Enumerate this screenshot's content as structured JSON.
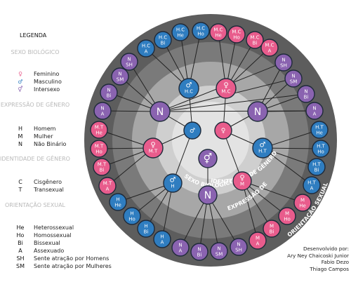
{
  "legend": {
    "title": "LEGENDA",
    "sections": [
      {
        "heading": "SEXO BIOLÓGICO",
        "items": [
          {
            "symbol": "♀",
            "color": "#e85c8c",
            "label": "Feminino"
          },
          {
            "symbol": "♂",
            "color": "#2f7dc0",
            "label": "Masculino"
          },
          {
            "symbol": "⚥",
            "color": "#8a63b0",
            "label": "Intersexo"
          }
        ]
      },
      {
        "heading": "EXPRESSÃO DE GÊNERO",
        "items": [
          {
            "symbol": "H",
            "label": "Homem"
          },
          {
            "symbol": "M",
            "label": "Mulher"
          },
          {
            "symbol": "N",
            "label": "Não Binário"
          }
        ]
      },
      {
        "heading": "IDENTIDADE DE GÊNERO",
        "items": [
          {
            "symbol": "C",
            "label": "Cisgênero"
          },
          {
            "symbol": "T",
            "label": "Transexual"
          }
        ]
      },
      {
        "heading": "ORIENTAÇÃO SEXUAL",
        "items": [
          {
            "symbol": "He",
            "label": "Heterossexual"
          },
          {
            "symbol": "Ho",
            "label": "Homossexual"
          },
          {
            "symbol": "Bi",
            "label": "Bissexual"
          },
          {
            "symbol": "A",
            "label": "Assexuado"
          },
          {
            "symbol": "SH",
            "label": "Sente atração por Homens"
          },
          {
            "symbol": "SM",
            "label": "Sente atração por Mulheres"
          }
        ]
      }
    ]
  },
  "ring_labels": {
    "sex": "SEXO BIOLÓGICO",
    "identity": "IDENTIDADE DE GÊNERO",
    "expression": "EXPRESSÃO DE",
    "orientation": "ORIENTAÇÃO SEXUAL"
  },
  "credits": [
    "Desenvolvido por:",
    "Ary Ney Chaicoski Junior",
    "Fabio Dezo",
    "Thiago  Campos"
  ],
  "colors": {
    "female": "#e85c8c",
    "male": "#2f7dc0",
    "intersex": "#8a63b0",
    "ring_outer": "#5d5d5d",
    "ring_mid": "#7a7a7a",
    "ring_inner": "#a7a7a7",
    "core": "#cfcfcf",
    "center": "#e3e3e3"
  },
  "diagram": {
    "center_symbol": "⚥",
    "nodes": [
      {
        "id": "male",
        "kind": "male",
        "lines": [
          "♂"
        ]
      },
      {
        "id": "female",
        "kind": "female",
        "lines": [
          "♀"
        ]
      },
      {
        "id": "mc",
        "kind": "female",
        "lines": [
          "♀",
          "M.C"
        ]
      },
      {
        "id": "hc",
        "kind": "male",
        "lines": [
          "♂",
          "H.C"
        ]
      },
      {
        "id": "n_top",
        "kind": "intersex",
        "lines": [
          "N"
        ]
      },
      {
        "id": "n_right",
        "kind": "intersex",
        "lines": [
          "N"
        ]
      },
      {
        "id": "ht",
        "kind": "male",
        "lines": [
          "♂",
          "H.T"
        ]
      },
      {
        "id": "m_low",
        "kind": "female",
        "lines": [
          "♀",
          "M"
        ]
      },
      {
        "id": "n_bottom",
        "kind": "intersex",
        "lines": [
          "N"
        ]
      },
      {
        "id": "h_low",
        "kind": "male",
        "lines": [
          "♂",
          "H"
        ]
      },
      {
        "id": "mt",
        "kind": "female",
        "lines": [
          "♀",
          "M.T"
        ]
      },
      {
        "id": "o1",
        "kind": "male",
        "lines": [
          "H.C",
          "Bi"
        ]
      },
      {
        "id": "o2",
        "kind": "male",
        "lines": [
          "H.C",
          "He"
        ]
      },
      {
        "id": "o3",
        "kind": "female",
        "lines": [
          "M.C",
          "He"
        ]
      },
      {
        "id": "o4",
        "kind": "female",
        "lines": [
          "M.C",
          "Ho"
        ]
      },
      {
        "id": "o5",
        "kind": "female",
        "lines": [
          "M.C",
          "Bi"
        ]
      },
      {
        "id": "o6",
        "kind": "female",
        "lines": [
          "M.C",
          "A"
        ]
      },
      {
        "id": "o7",
        "kind": "intersex",
        "lines": [
          "N",
          "SH"
        ]
      },
      {
        "id": "o8",
        "kind": "intersex",
        "lines": [
          "N",
          "SM"
        ]
      },
      {
        "id": "o9",
        "kind": "intersex",
        "lines": [
          "N",
          "Bi"
        ]
      },
      {
        "id": "o10",
        "kind": "intersex",
        "lines": [
          "N",
          "A"
        ]
      },
      {
        "id": "o11",
        "kind": "male",
        "lines": [
          "H.T",
          "He"
        ]
      },
      {
        "id": "o12",
        "kind": "male",
        "lines": [
          "H.T",
          "Ho"
        ]
      },
      {
        "id": "o13",
        "kind": "male",
        "lines": [
          "H.T",
          "Bi"
        ]
      },
      {
        "id": "o14",
        "kind": "male",
        "lines": [
          "H.T",
          "A"
        ]
      },
      {
        "id": "o15",
        "kind": "female",
        "lines": [
          "M",
          "He"
        ]
      },
      {
        "id": "o16",
        "kind": "female",
        "lines": [
          "M",
          "Ho"
        ]
      },
      {
        "id": "o17",
        "kind": "female",
        "lines": [
          "M",
          "Bi"
        ]
      },
      {
        "id": "o18",
        "kind": "female",
        "lines": [
          "M",
          "A"
        ]
      },
      {
        "id": "o19",
        "kind": "intersex",
        "lines": [
          "N",
          "SH"
        ]
      },
      {
        "id": "o20",
        "kind": "intersex",
        "lines": [
          "N",
          "SM"
        ]
      },
      {
        "id": "o21",
        "kind": "intersex",
        "lines": [
          "N",
          "Bi"
        ]
      },
      {
        "id": "o22",
        "kind": "intersex",
        "lines": [
          "N",
          "A"
        ]
      },
      {
        "id": "o23",
        "kind": "male",
        "lines": [
          "H",
          "A"
        ]
      },
      {
        "id": "o24",
        "kind": "male",
        "lines": [
          "H",
          "Bi"
        ]
      },
      {
        "id": "o25",
        "kind": "male",
        "lines": [
          "H",
          "Ho"
        ]
      },
      {
        "id": "o26",
        "kind": "male",
        "lines": [
          "H",
          "He"
        ]
      },
      {
        "id": "o27",
        "kind": "female",
        "lines": [
          "M.T",
          "A"
        ]
      },
      {
        "id": "o28",
        "kind": "female",
        "lines": [
          "M.T",
          "Bi"
        ]
      },
      {
        "id": "o29",
        "kind": "female",
        "lines": [
          "M.T",
          "Ho"
        ]
      },
      {
        "id": "o30",
        "kind": "female",
        "lines": [
          "M.T",
          "He"
        ]
      },
      {
        "id": "o31",
        "kind": "intersex",
        "lines": [
          "N",
          "A"
        ]
      },
      {
        "id": "o32",
        "kind": "intersex",
        "lines": [
          "N",
          "Bi"
        ]
      },
      {
        "id": "o33",
        "kind": "intersex",
        "lines": [
          "N",
          "SM"
        ]
      },
      {
        "id": "o34",
        "kind": "intersex",
        "lines": [
          "N",
          "SH"
        ]
      },
      {
        "id": "o35",
        "kind": "male",
        "lines": [
          "H.C",
          "A"
        ]
      },
      {
        "id": "o36",
        "kind": "male",
        "lines": [
          "H.C",
          "Ho"
        ]
      }
    ],
    "edges": [
      [
        "male",
        "hc"
      ],
      [
        "male",
        "n_top"
      ],
      [
        "male",
        "mt"
      ],
      [
        "male",
        "h_low"
      ],
      [
        "female",
        "mc"
      ],
      [
        "female",
        "n_right"
      ],
      [
        "female",
        "ht"
      ],
      [
        "female",
        "m_low"
      ],
      [
        "center",
        "n_bottom"
      ],
      [
        "hc",
        "o1"
      ],
      [
        "hc",
        "o2"
      ],
      [
        "hc",
        "o35"
      ],
      [
        "hc",
        "o36"
      ],
      [
        "mc",
        "o3"
      ],
      [
        "mc",
        "o4"
      ],
      [
        "mc",
        "o5"
      ],
      [
        "mc",
        "o6"
      ],
      [
        "n_top",
        "o7"
      ],
      [
        "n_top",
        "o8"
      ],
      [
        "n_top",
        "o9"
      ],
      [
        "n_top",
        "o10"
      ],
      [
        "n_right",
        "o7"
      ],
      [
        "n_right",
        "o8"
      ],
      [
        "n_right",
        "o9"
      ],
      [
        "n_right",
        "o10"
      ],
      [
        "ht",
        "o11"
      ],
      [
        "ht",
        "o12"
      ],
      [
        "ht",
        "o13"
      ],
      [
        "ht",
        "o14"
      ],
      [
        "m_low",
        "o15"
      ],
      [
        "m_low",
        "o16"
      ],
      [
        "m_low",
        "o17"
      ],
      [
        "m_low",
        "o18"
      ],
      [
        "n_bottom",
        "o19"
      ],
      [
        "n_bottom",
        "o20"
      ],
      [
        "n_bottom",
        "o21"
      ],
      [
        "n_bottom",
        "o22"
      ],
      [
        "h_low",
        "o23"
      ],
      [
        "h_low",
        "o24"
      ],
      [
        "h_low",
        "o25"
      ],
      [
        "h_low",
        "o26"
      ],
      [
        "mt",
        "o27"
      ],
      [
        "mt",
        "o28"
      ],
      [
        "mt",
        "o29"
      ],
      [
        "mt",
        "o30"
      ],
      [
        "n_top",
        "o31"
      ],
      [
        "n_top",
        "o32"
      ],
      [
        "n_top",
        "o33"
      ],
      [
        "n_top",
        "o34"
      ]
    ]
  }
}
